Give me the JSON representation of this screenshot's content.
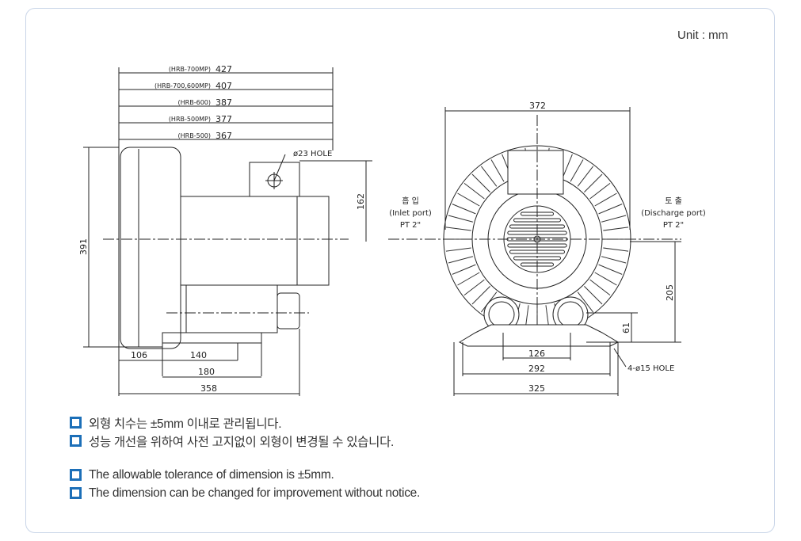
{
  "unit_label": "Unit : mm",
  "side_view": {
    "length_dims": [
      {
        "model": "(HRB-700MP)",
        "value": "427"
      },
      {
        "model": "(HRB-700,600MP)",
        "value": "407"
      },
      {
        "model": "(HRB-600)",
        "value": "387"
      },
      {
        "model": "(HRB-500MP)",
        "value": "377"
      },
      {
        "model": "(HRB-500)",
        "value": "367"
      }
    ],
    "hole_label": "ø23 HOLE",
    "height": "391",
    "terminal_height": "162",
    "bottom_dims": {
      "a": "106",
      "b": "140",
      "c": "180",
      "d": "358"
    }
  },
  "front_view": {
    "width": "372",
    "inlet": {
      "ko": "흡 입",
      "en": "(Inlet port)",
      "size": "PT 2\""
    },
    "discharge": {
      "ko": "토 출",
      "en": "(Discharge port)",
      "size": "PT 2\""
    },
    "center_height": "205",
    "port_height": "61",
    "bottom_dims": {
      "a": "126",
      "b": "292",
      "c": "325"
    },
    "hole_label": "4-ø15 HOLE"
  },
  "notes": [
    "외형 치수는 ±5mm 이내로 관리됩니다.",
    "성능 개선을 위하여 사전 고지없이 외형이 변경될 수 있습니다.",
    "The allowable tolerance of dimension is ±5mm.",
    "The dimension can be changed for improvement without notice."
  ],
  "colors": {
    "bullet": "#1c6fb8",
    "border": "#c9d5e8"
  }
}
